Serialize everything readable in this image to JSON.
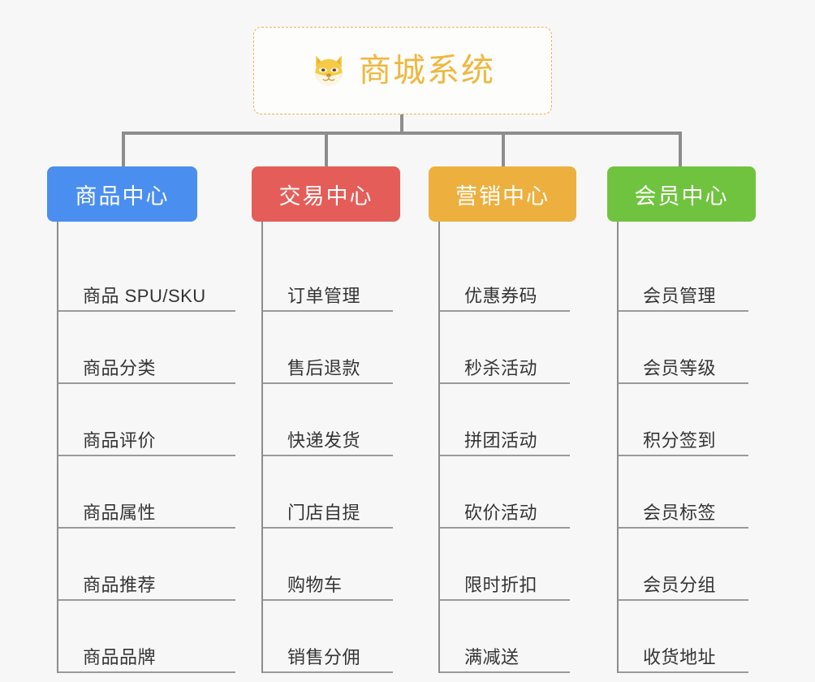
{
  "root": {
    "title": "商城系统",
    "icon": "shiba-dog-icon",
    "icon_color": "#f5c842",
    "text_color": "#efb73e",
    "border_color": "#e8b454",
    "background": "#fdfdfb"
  },
  "canvas": {
    "background": "#f7f7f7",
    "connector_color": "#8d8d8d"
  },
  "branches": [
    {
      "label": "商品中心",
      "color": "#4a8ef0",
      "items": [
        "商品 SPU/SKU",
        "商品分类",
        "商品评价",
        "商品属性",
        "商品推荐",
        "商品品牌"
      ]
    },
    {
      "label": "交易中心",
      "color": "#e45d58",
      "items": [
        "订单管理",
        "售后退款",
        "快递发货",
        "门店自提",
        "购物车",
        "销售分佣"
      ]
    },
    {
      "label": "营销中心",
      "color": "#edb03f",
      "items": [
        "优惠券码",
        "秒杀活动",
        "拼团活动",
        "砍价活动",
        "限时折扣",
        "满减送"
      ]
    },
    {
      "label": "会员中心",
      "color": "#70c33f",
      "items": [
        "会员管理",
        "会员等级",
        "积分签到",
        "会员标签",
        "会员分组",
        "收货地址"
      ]
    }
  ]
}
